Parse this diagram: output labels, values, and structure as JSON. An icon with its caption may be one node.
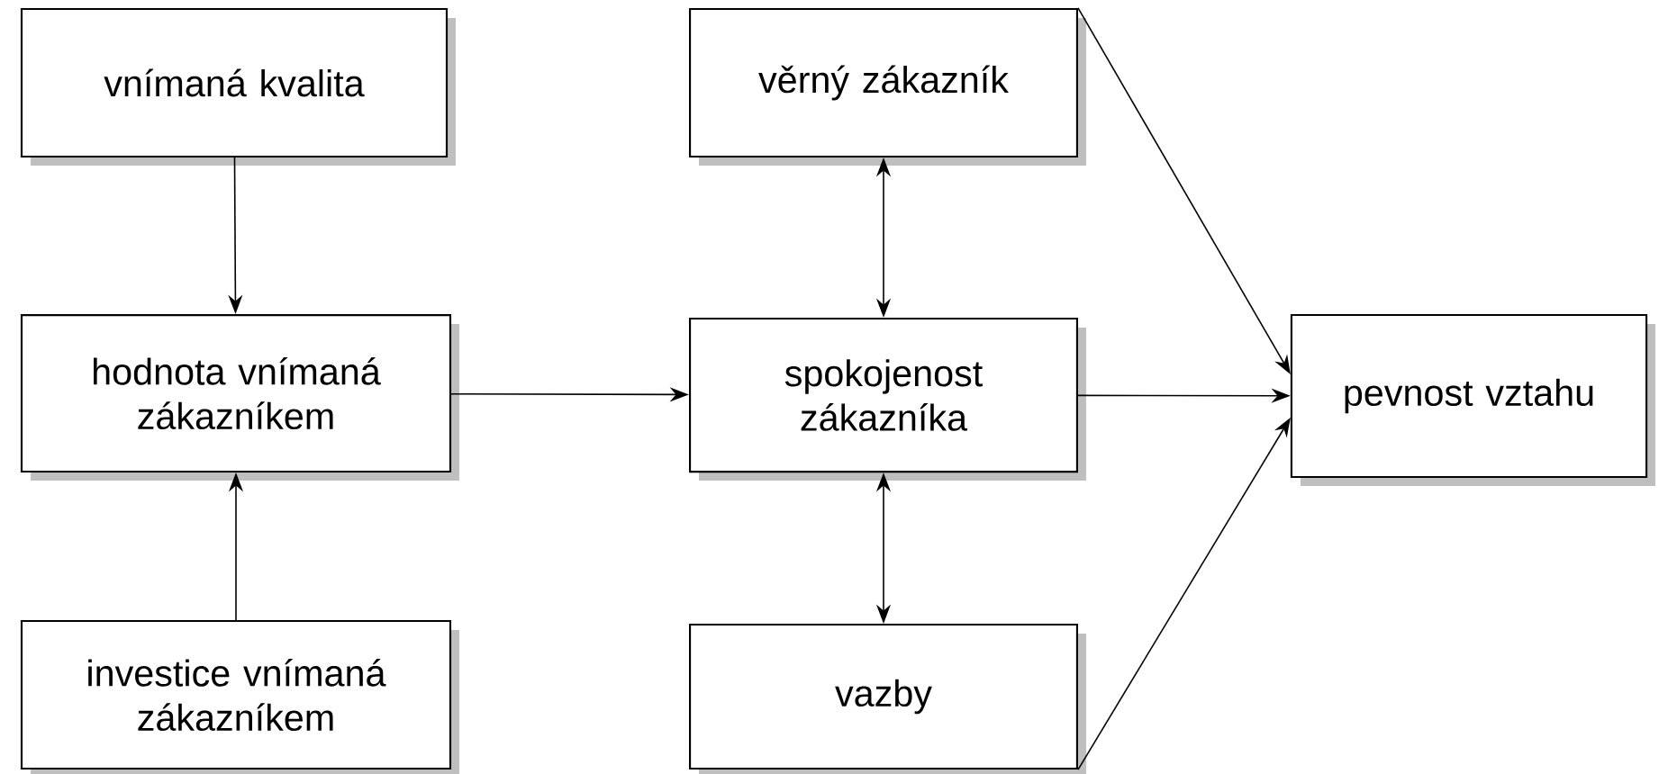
{
  "diagram": {
    "nodes": [
      {
        "text": [
          "vnímaná kvalita"
        ]
      },
      {
        "text": [
          "hodnota vnímaná zákazníkem"
        ]
      },
      {
        "text": [
          "investice vnímaná zákazníkem"
        ]
      },
      {
        "text": [
          "věrný zákazník"
        ]
      },
      {
        "text": [
          "spokojenost zákazníka"
        ]
      },
      {
        "text": [
          "vazby"
        ]
      },
      {
        "text": [
          "pevnost vztahu"
        ]
      }
    ],
    "edges": [
      {
        "from": 0,
        "to": 1,
        "arrow": "to"
      },
      {
        "from": 2,
        "to": 1,
        "arrow": "to"
      },
      {
        "from": 1,
        "to": 4,
        "arrow": "to"
      },
      {
        "from": 3,
        "to": 4,
        "arrow": "both"
      },
      {
        "from": 4,
        "to": 5,
        "arrow": "both"
      },
      {
        "from": 3,
        "to": 6,
        "arrow": "to"
      },
      {
        "from": 4,
        "to": 6,
        "arrow": "to"
      },
      {
        "from": 5,
        "to": 6,
        "arrow": "to"
      }
    ]
  }
}
